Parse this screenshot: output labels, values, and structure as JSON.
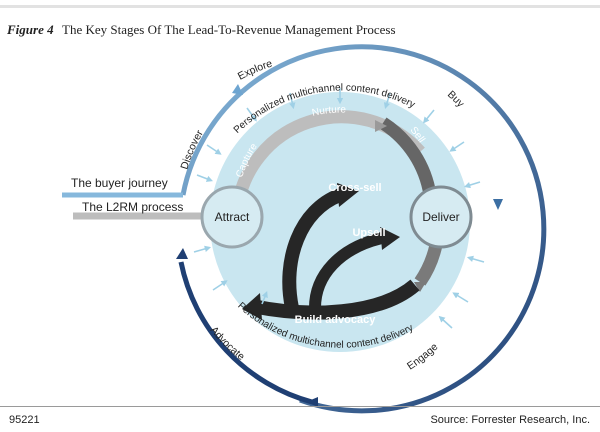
{
  "figure": {
    "number_label": "Figure 4",
    "title": "The Key Stages Of The Lead-To-Revenue Management Process"
  },
  "legend": {
    "buyer_journey": "The buyer journey",
    "l2rm_process": "The L2RM process"
  },
  "nodes": {
    "attract": "Attract",
    "deliver": "Deliver"
  },
  "outer_stages": {
    "discover": "Discover",
    "explore": "Explore",
    "buy": "Buy",
    "engage": "Engage",
    "advocate": "Advocate"
  },
  "inner_stages": {
    "capture": "Capture",
    "nurture": "Nurture",
    "sell": "Sell"
  },
  "ring_labels": {
    "top": "Personalized multichannel content delivery",
    "bottom": "Personalized multichannel content delivery"
  },
  "center_arrows": {
    "cross_sell": "Cross-sell",
    "upsell": "Upsell",
    "build_advocacy": "Build advocacy"
  },
  "footer": {
    "id": "95221",
    "source": "Source: Forrester Research, Inc."
  },
  "colors": {
    "outer_ring_start": "#86b8dc",
    "outer_ring_end": "#1f3f73",
    "inner_fill": "#c9e6f0",
    "inner_ring_light": "#b9b9b9",
    "inner_ring_dark": "#3a3a3a",
    "center_arrows": "#262626",
    "node_fill": "#d6ebf2",
    "node_stroke": "#9aa7ae"
  }
}
